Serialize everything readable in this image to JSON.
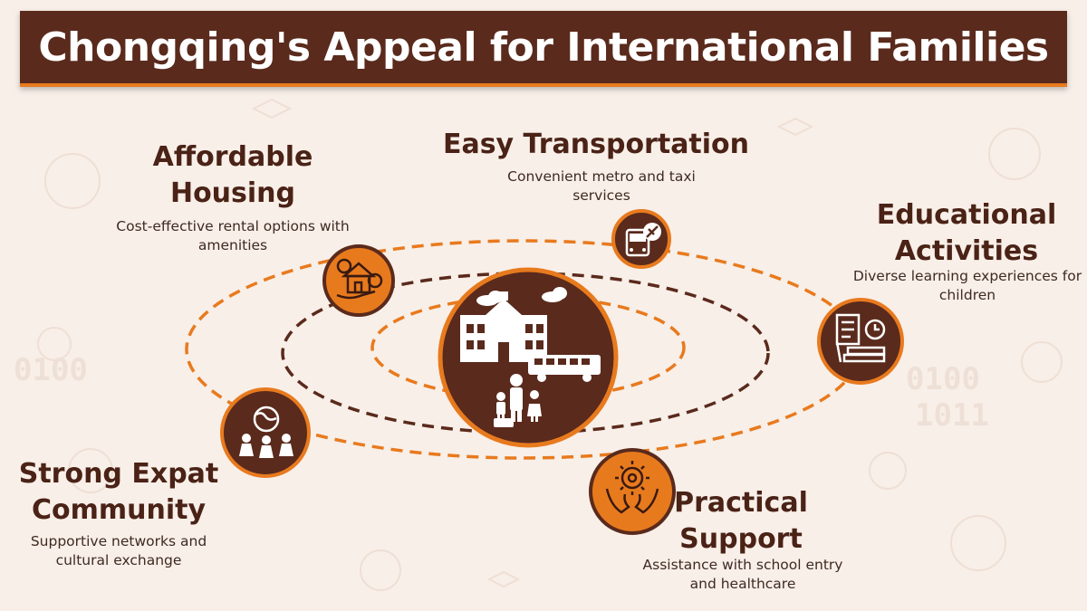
{
  "title": "Chongqing's Appeal for International Families",
  "colors": {
    "title_bg": "#5a2a1c",
    "accent_orange": "#e87a1e",
    "dark_brown": "#5a2a1c",
    "background": "#f8efe8"
  },
  "center": {
    "icon": "school-family-bus-icon"
  },
  "features": [
    {
      "heading": "Affordable Housing",
      "description": "Cost-effective rental options with amenities",
      "icon": "house-money-icon"
    },
    {
      "heading": "Easy Transportation",
      "description": "Convenient metro and taxi services",
      "icon": "bus-plane-icon"
    },
    {
      "heading": "Educational Activities",
      "description": "Diverse learning experiences for children",
      "icon": "books-clock-icon"
    },
    {
      "heading": "Strong Expat Community",
      "description": "Supportive networks and cultural exchange",
      "icon": "globe-people-icon"
    },
    {
      "heading": "Practical Support",
      "description": "Assistance with school entry and healthcare",
      "icon": "hands-gear-icon"
    }
  ]
}
